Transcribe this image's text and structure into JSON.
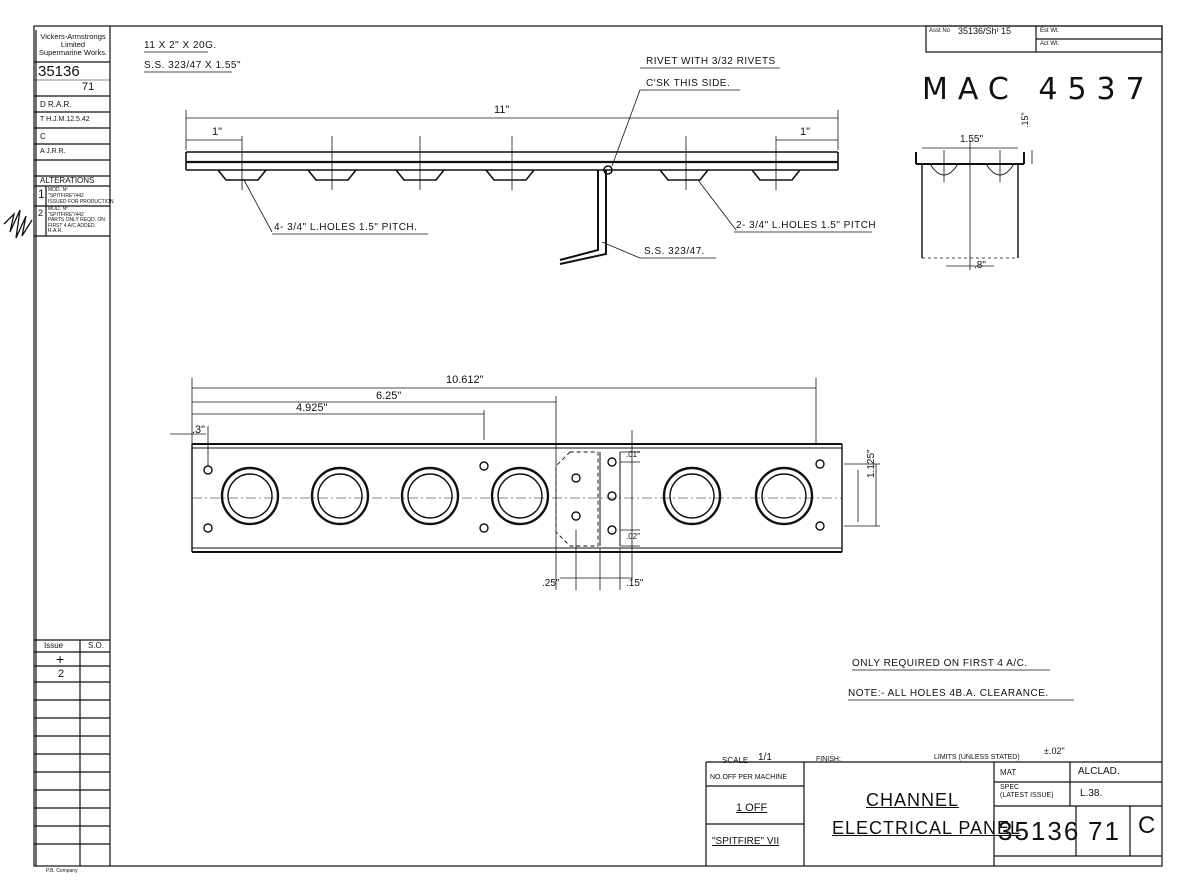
{
  "company": {
    "line1": "Vickers-Armstrongs",
    "line2": "Limited",
    "line3": "Supermarine Works."
  },
  "left_block": {
    "drawing_no": "35136",
    "sheet": "71",
    "drawn": "D R.A.R.",
    "traced": "T H.J.M.12.5.42",
    "checked": "C",
    "approved": "A J.R.R.",
    "alterations_title": "ALTERATIONS",
    "alt1_issue": "1",
    "alt1_text1": "MOD. Nº",
    "alt1_text2": "\"SPITFIRE\"/442",
    "alt1_text3": "ISSUED FOR PRODUCTION",
    "alt2_issue": "2",
    "alt2_text1": "MOD. Nº",
    "alt2_text2": "\"SPITFIRE\"/442",
    "alt2_text3": "PARTS ONLY REQD. ON",
    "alt2_text4": "FIRST 4 A/C ADDED.",
    "alt2_text5": "R.A.R.",
    "issue_header": "Issue",
    "so_header": "S.O.",
    "issue_row1": "+",
    "issue_row2": "2"
  },
  "header_right": {
    "asst_no_label": "Asst No",
    "asst_no_value": "35136/Shᵗ 15",
    "est_wt": "Est Wt.",
    "act_wt": "Act Wt."
  },
  "handwritten_ref": "MAC 4537",
  "top_view": {
    "material_line1": "11 x 2\" x 20G.",
    "material_line2": "S.S. 323/47 x 1.55\"",
    "rivet_note": "RIVET WITH 3/32 RIVETS",
    "csk_note": "C'SK THIS SIDE.",
    "overall_dim": "11\"",
    "end_dim_left": "1\"",
    "end_dim_right": "1\"",
    "holes_left": "4- 3/4\" L.HOLES 1.5\" PITCH.",
    "holes_right": "2- 3/4\" L.HOLES 1.5\" PITCH",
    "bracket_ref": "S.S. 323/47."
  },
  "end_view": {
    "width_dim": "1.55\"",
    "flange_dim": ".15\"",
    "center_dim": ".8\""
  },
  "plan_view": {
    "dim_overall": "10.612\"",
    "dim_625": "6.25\"",
    "dim_4925": "4.925\"",
    "dim_3": ".3\"",
    "dim_01": ".01\"",
    "dim_02": ".02\"",
    "dim_width": "1.125\"",
    "dim_25": ".25\"",
    "dim_15": ".15\""
  },
  "notes": {
    "note1": "ONLY REQUIRED ON FIRST 4 A/C.",
    "note2": "NOTE:- ALL HOLES 4B.A. CLEARANCE."
  },
  "title_block": {
    "scale_label": "Scale",
    "scale_value": "1/1",
    "finish_label": "Finish:",
    "limits_label": "Limits (Unless Stated)",
    "limits_value": "±.02\"",
    "no_off_label": "No.Off Per Machine",
    "no_off_value": "1 OFF",
    "aircraft": "\"SPITFIRE\" VII",
    "title_line1": "CHANNEL",
    "title_line2": "ELECTRICAL PANEL",
    "mat_label": "Mat",
    "mat_value": "ALCLAD.",
    "spec_label1": "Spec",
    "spec_label2": "(Latest Issue)",
    "spec_value": "L.38.",
    "drawing_no": "35136",
    "sheet": "71",
    "issue_letter": "C"
  },
  "printer_mark": "P.B. Company"
}
